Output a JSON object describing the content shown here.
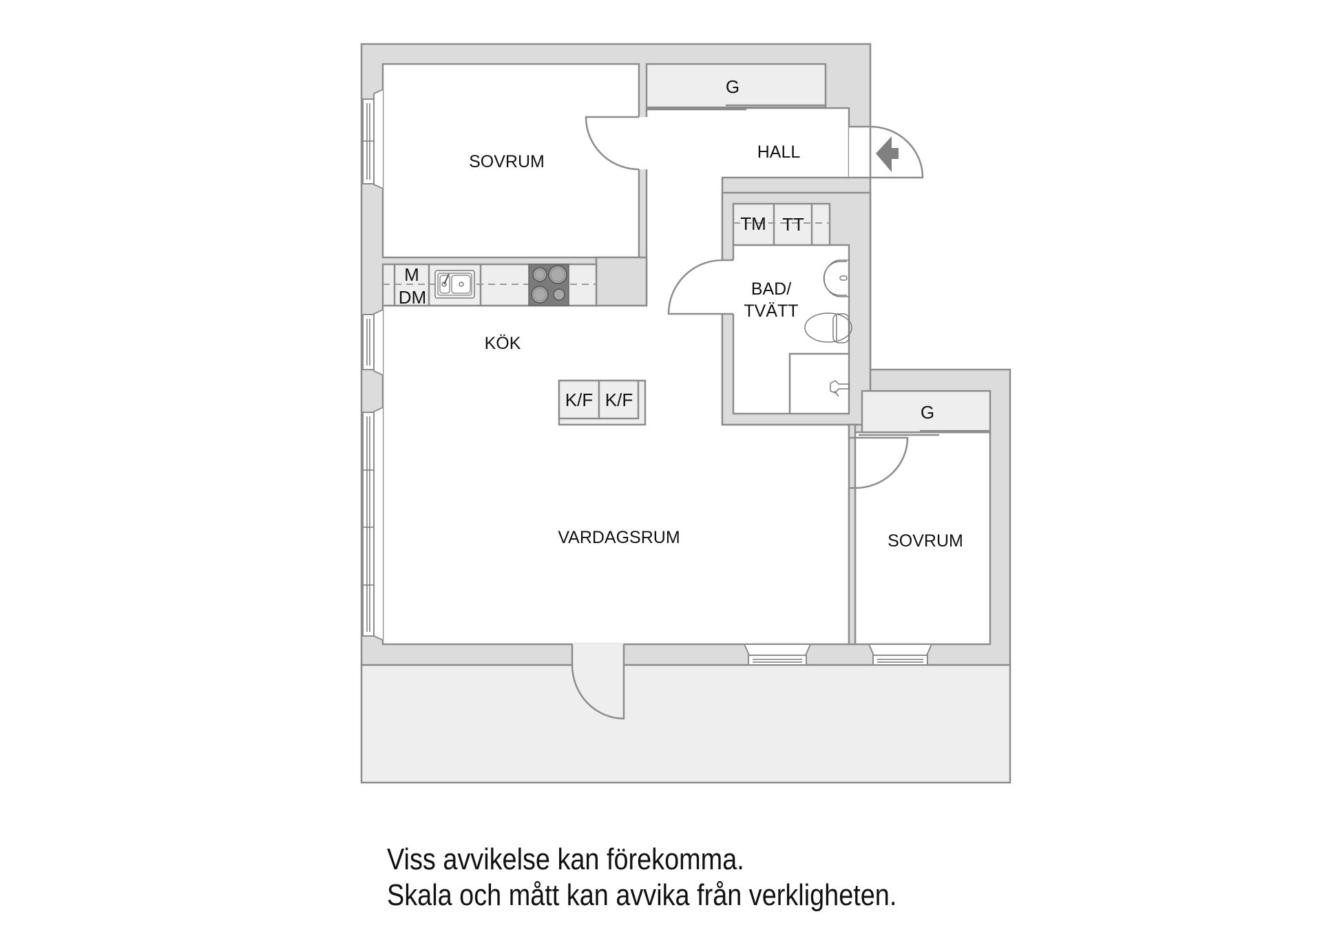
{
  "floorplan": {
    "rooms": {
      "bedroom_1": "SOVRUM",
      "hall": "HALL",
      "bathroom_line1": "BAD/",
      "bathroom_line2": "TVÄTT",
      "kitchen": "KÖK",
      "living_room": "VARDAGSRUM",
      "bedroom_2": "SOVRUM"
    },
    "fixtures": {
      "wardrobe_hall": "G",
      "wardrobe_bedroom2": "G",
      "dryer": "TM",
      "drying_cabinet": "TT",
      "microwave": "M",
      "dishwasher": "DM",
      "fridge_freezer_1": "K/F",
      "fridge_freezer_2": "K/F"
    },
    "icons": {
      "entrance": "entrance-arrow-icon",
      "sink": "kitchen-sink-icon",
      "stove": "stove-icon",
      "washbasin": "washbasin-icon",
      "toilet": "toilet-icon",
      "shower": "shower-icon"
    }
  },
  "footer": {
    "line1": "Viss avvikelse kan förekomma.",
    "line2": "Skala och mått kan avvika från verkligheten."
  }
}
